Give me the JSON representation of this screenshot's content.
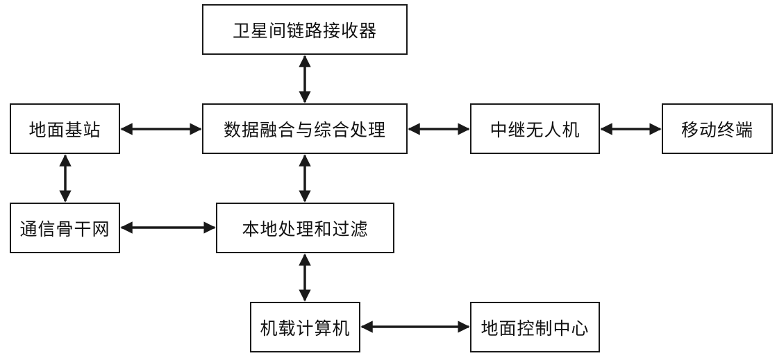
{
  "nodes": {
    "satellite_receiver": "卫星间链路接收器",
    "ground_station": "地面基站",
    "data_fusion": "数据融合与综合处理",
    "relay_uav": "中继无人机",
    "mobile_terminal": "移动终端",
    "comm_backbone": "通信骨干网",
    "local_processing": "本地处理和过滤",
    "onboard_computer": "机载计算机",
    "ground_control": "地面控制中心"
  },
  "edges": [
    {
      "from": "satellite_receiver",
      "to": "data_fusion",
      "direction": "bidirectional"
    },
    {
      "from": "ground_station",
      "to": "data_fusion",
      "direction": "bidirectional"
    },
    {
      "from": "data_fusion",
      "to": "relay_uav",
      "direction": "bidirectional"
    },
    {
      "from": "relay_uav",
      "to": "mobile_terminal",
      "direction": "bidirectional"
    },
    {
      "from": "ground_station",
      "to": "comm_backbone",
      "direction": "bidirectional"
    },
    {
      "from": "data_fusion",
      "to": "local_processing",
      "direction": "bidirectional"
    },
    {
      "from": "comm_backbone",
      "to": "local_processing",
      "direction": "bidirectional"
    },
    {
      "from": "local_processing",
      "to": "onboard_computer",
      "direction": "bidirectional"
    },
    {
      "from": "onboard_computer",
      "to": "ground_control",
      "direction": "bidirectional"
    }
  ],
  "colors": {
    "stroke": "#1a1a1a",
    "text": "#111111",
    "background": "#ffffff"
  }
}
